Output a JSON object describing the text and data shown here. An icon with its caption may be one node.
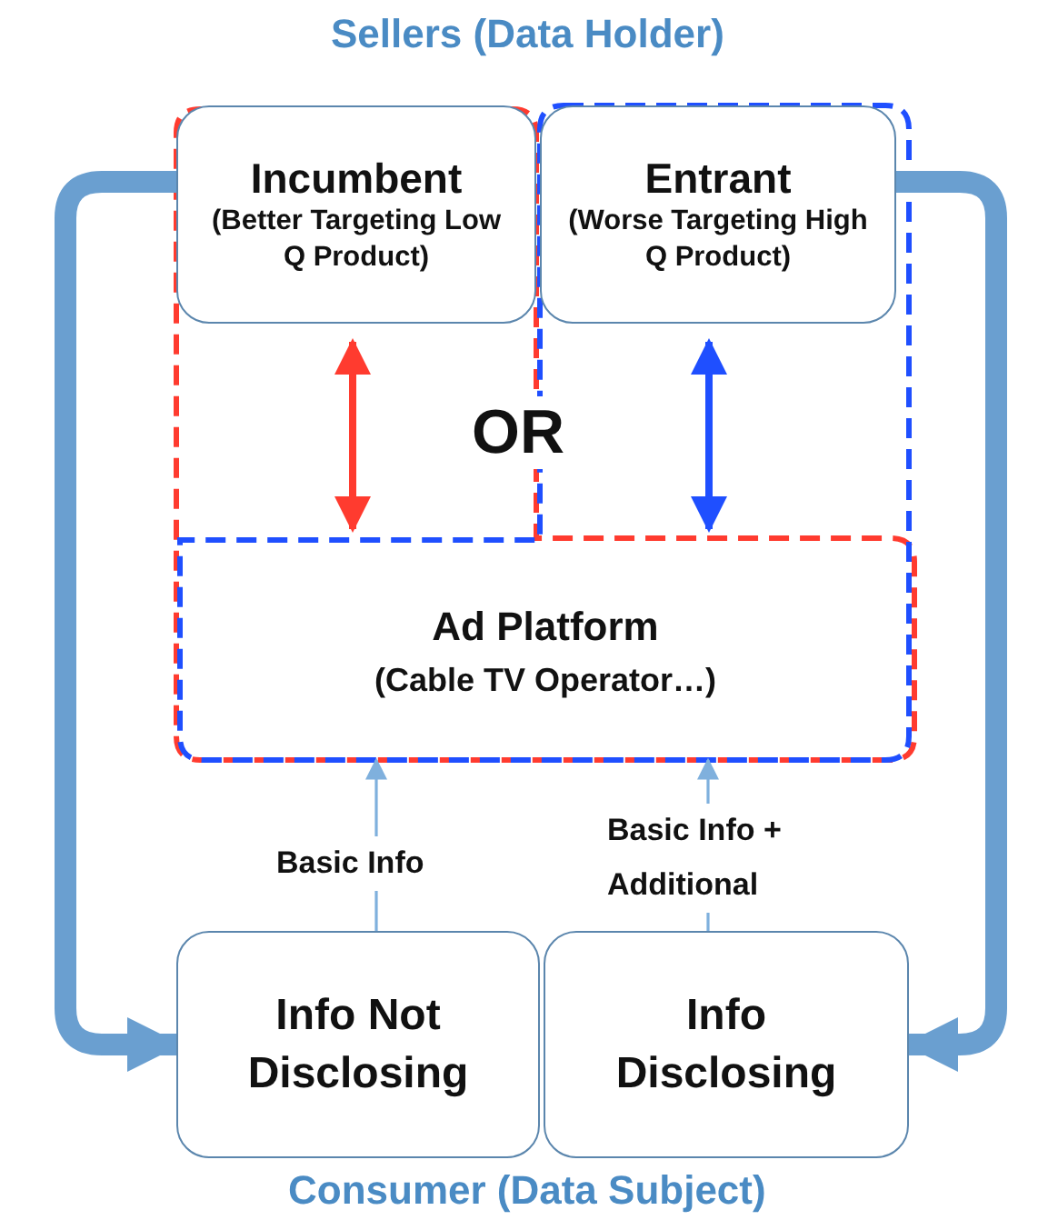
{
  "diagram": {
    "nodes": [
      {
        "text": [
          "Incumbent",
          "(Better Targeting Low Q Product)"
        ]
      },
      {
        "text": [
          "Entrant",
          "(Worse Targeting High Q Product)"
        ]
      },
      {
        "text": [
          "Ad Platform",
          "(Cable TV Operator…)"
        ]
      },
      {
        "text": [
          "Info Not Disclosing"
        ]
      },
      {
        "text": [
          "Info Disclosing"
        ]
      }
    ],
    "edges": [
      {
        "from": 0,
        "to": 2,
        "arrow": "both",
        "color": "#ff3b2f"
      },
      {
        "from": 1,
        "to": 2,
        "arrow": "both",
        "color": "#1f4fff"
      },
      {
        "from": 3,
        "to": 2,
        "arrow": "to",
        "label": "Basic Info"
      },
      {
        "from": 4,
        "to": 2,
        "arrow": "to",
        "label": "Basic Info + Additional"
      },
      {
        "from": 0,
        "to": 3,
        "arrow": "to",
        "style": "thick"
      },
      {
        "from": 1,
        "to": 4,
        "arrow": "to",
        "style": "thick"
      }
    ],
    "labels": [
      "Sellers (Data Holder)",
      "OR",
      "Consumer (Data Subject)"
    ]
  }
}
